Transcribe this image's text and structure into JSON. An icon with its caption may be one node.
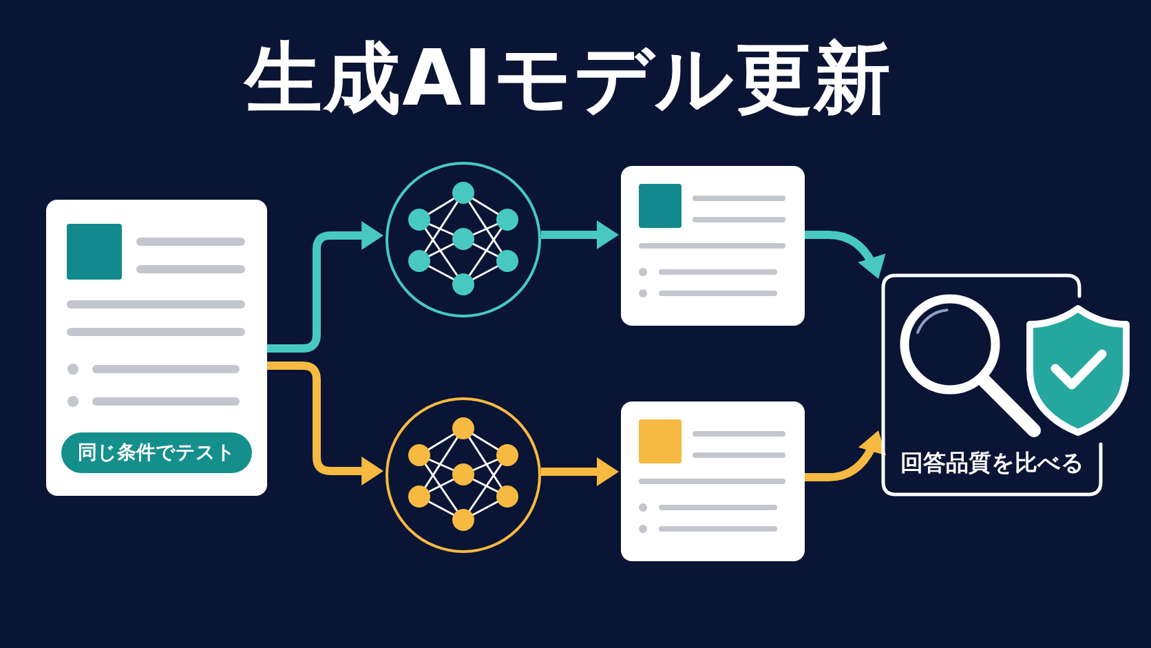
{
  "diagram": {
    "title": "生成AIモデル更新",
    "nodes": [
      {
        "text": [],
        "shape": "box"
      },
      {
        "text": [
          "同じ条件でテスト"
        ],
        "in": 0
      },
      {
        "text": [],
        "shape": "circle"
      },
      {
        "text": [],
        "shape": "box"
      },
      {
        "text": [],
        "shape": "circle"
      },
      {
        "text": [],
        "shape": "box"
      },
      {
        "text": [
          "回答品質を比べる"
        ]
      }
    ],
    "edges": [
      {
        "from": 0,
        "to": 2,
        "arrow": "to",
        "color": "#47c9c1"
      },
      {
        "from": 0,
        "to": 4,
        "arrow": "to",
        "color": "#f6b941"
      },
      {
        "from": 2,
        "to": 3,
        "arrow": "to",
        "color": "#47c9c1"
      },
      {
        "from": 4,
        "to": 5,
        "arrow": "to",
        "color": "#f6b941"
      },
      {
        "from": 3,
        "to": 6,
        "arrow": "to",
        "color": "#47c9c1"
      },
      {
        "from": 5,
        "to": 6,
        "arrow": "to",
        "color": "#f6b941"
      }
    ]
  }
}
